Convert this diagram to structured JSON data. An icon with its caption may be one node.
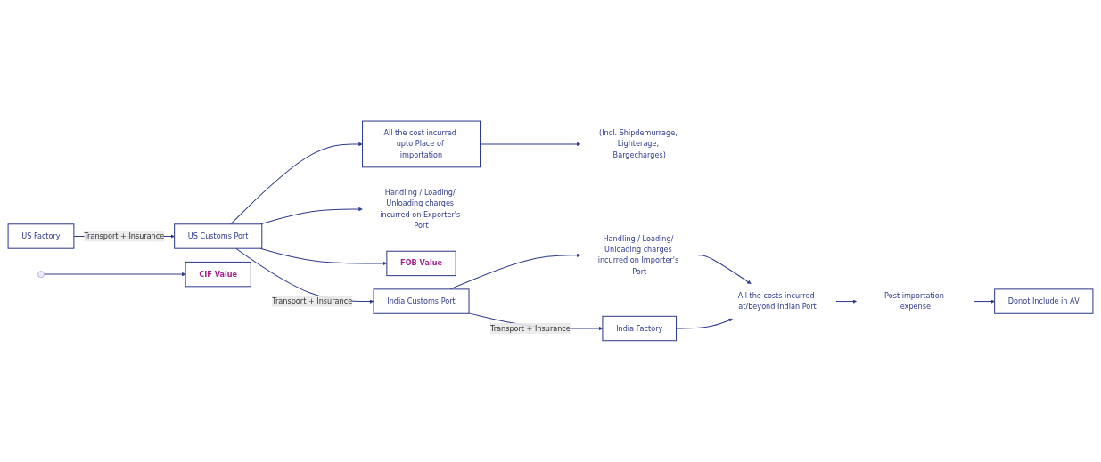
{
  "diagram": {
    "nodes": [
      {
        "text": [
          "US Factory"
        ]
      },
      {
        "text": [
          "US Customs Port"
        ]
      },
      {
        "text": [
          "All the cost incurred upto Place of importation"
        ]
      },
      {
        "text": [
          "Handling / Loading/ Unloading charges incurred on Exporter's Port"
        ]
      },
      {
        "text": [
          "(Incl. Shipdemurrage, Lighterage, Bargecharges)"
        ]
      },
      {
        "text": [
          "FOB Value"
        ]
      },
      {
        "text": [
          "CIF Value"
        ]
      },
      {
        "text": [
          "India Customs Port"
        ]
      },
      {
        "text": [
          "India Factory"
        ]
      },
      {
        "text": [
          "Handling / Loading/ Unloading charges incurred on Importer's Port"
        ]
      },
      {
        "text": [
          "All the costs incurred at/beyond Indian Port"
        ]
      },
      {
        "text": [
          "Post importation expense"
        ]
      },
      {
        "text": [
          "Donot Include in AV"
        ]
      }
    ],
    "edges": [
      {
        "from": 0,
        "to": 1,
        "arrow": "to",
        "label": "Transport + Insurance"
      },
      {
        "from": 1,
        "to": 3,
        "arrow": "to"
      },
      {
        "from": 1,
        "to": 5,
        "arrow": "to"
      },
      {
        "from": 1,
        "to": 7,
        "arrow": "to",
        "label": "Transport + Insurance"
      },
      {
        "from": 1,
        "to": 2,
        "arrow": "to"
      },
      {
        "from": 2,
        "to": 4,
        "arrow": "to"
      },
      {
        "from": null,
        "to": 6,
        "arrow": "to"
      },
      {
        "from": 7,
        "to": 8,
        "arrow": "to",
        "label": "Transport + Insurance"
      },
      {
        "from": 7,
        "to": 9,
        "arrow": "to"
      },
      {
        "from": 9,
        "to": 10,
        "arrow": "to"
      },
      {
        "from": 8,
        "to": 10,
        "arrow": "to"
      },
      {
        "from": 10,
        "to": 11,
        "arrow": "to"
      },
      {
        "from": 11,
        "to": 12,
        "arrow": "to"
      }
    ]
  }
}
